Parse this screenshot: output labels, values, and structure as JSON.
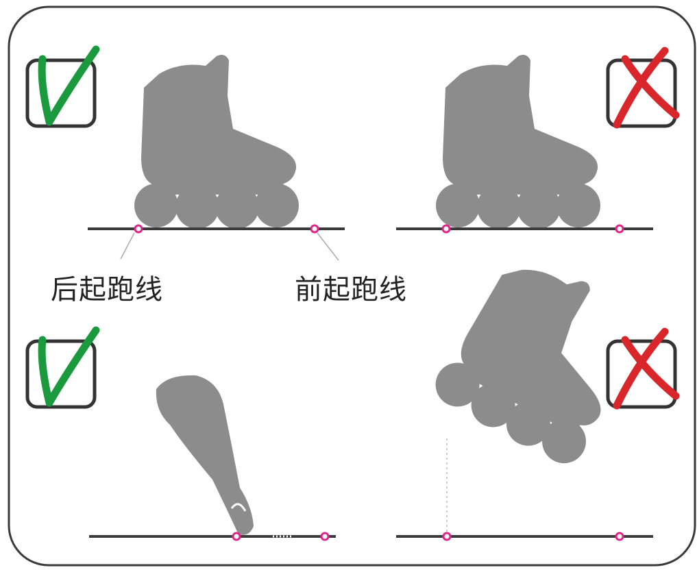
{
  "labels": {
    "rear_line": "后起跑线",
    "front_line": "前起跑线"
  },
  "panels": [
    {
      "id": "top-left",
      "verdict": "correct",
      "mark_icon": "check-mark-icon",
      "mark_color": "#1a9a3c"
    },
    {
      "id": "top-right",
      "verdict": "incorrect",
      "mark_icon": "cross-mark-icon",
      "mark_color": "#d8262b"
    },
    {
      "id": "bottom-left",
      "verdict": "correct",
      "mark_icon": "check-mark-icon",
      "mark_color": "#1a9a3c"
    },
    {
      "id": "bottom-right",
      "verdict": "incorrect",
      "mark_icon": "cross-mark-icon",
      "mark_color": "#d8262b"
    }
  ],
  "colors": {
    "skate": "#8c8c8c",
    "ground": "#3a3a3a",
    "marker": "#e0258a",
    "frame": "#3a3a3a"
  }
}
